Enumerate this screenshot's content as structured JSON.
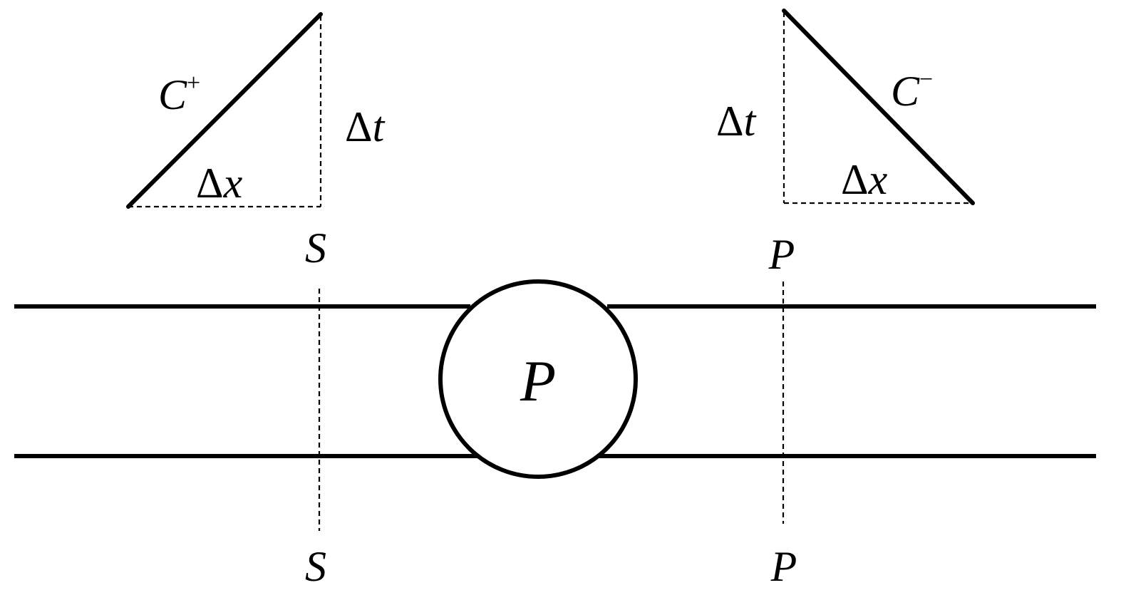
{
  "left_triangle": {
    "characteristic_letter": "C",
    "characteristic_sign": "+",
    "dt_delta": "Δ",
    "dt_var": "t",
    "dx_delta": "Δ",
    "dx_var": "x"
  },
  "right_triangle": {
    "characteristic_letter": "C",
    "characteristic_sign": "−",
    "dt_delta": "Δ",
    "dt_var": "t",
    "dx_delta": "Δ",
    "dx_var": "x"
  },
  "sections": {
    "s_top": "S",
    "s_bottom": "S",
    "p_top": "P",
    "p_bottom": "P"
  },
  "pump": {
    "label": "P"
  },
  "colors": {
    "stroke": "#000000",
    "background": "#ffffff"
  }
}
